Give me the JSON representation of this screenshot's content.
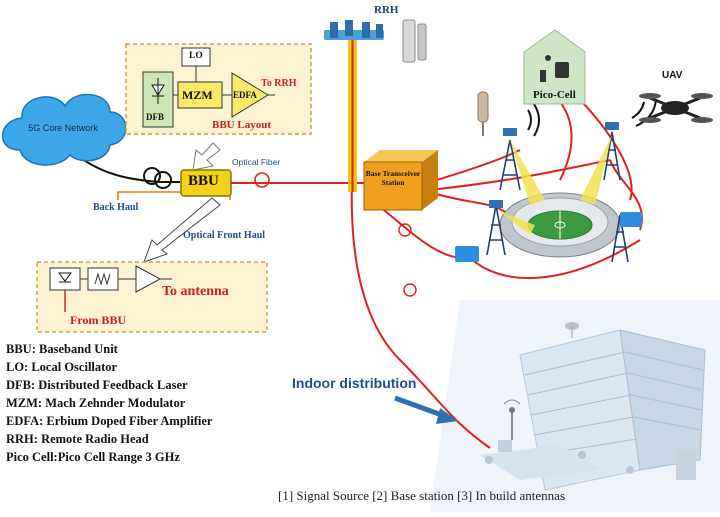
{
  "diagram": {
    "nodes": {
      "core": "5G Core Network",
      "bbu": "BBU",
      "bts": "Base Transceiver Station",
      "rrh": "RRH",
      "pico": "Pico-Cell",
      "uav": "UAV"
    },
    "edge_labels": {
      "back_haul": "Back Haul",
      "optical_fiber": "Optical Fiber",
      "optical_front_haul": "Optical Front Haul",
      "indoor": "Indoor distribution"
    },
    "bbu_layout": {
      "title": "BBU Layout",
      "lo": "LO",
      "dfb": "DFB",
      "mzm": "MZM",
      "edfa": "EDFA",
      "to_rrh": "To RRH"
    },
    "receiver": {
      "to_antenna": "To antenna",
      "from_bbu": "From BBU"
    },
    "legend": [
      "BBU: Baseband Unit",
      "LO: Local Oscillator",
      "DFB: Distributed Feedback Laser",
      "MZM: Mach Zehnder Modulator",
      "EDFA: Erbium Doped Fiber Amplifier",
      "RRH: Remote Radio Head",
      "Pico Cell:Pico Cell Range 3 GHz"
    ],
    "caption": "[1] Signal Source [2] Base station [3] In build antennas"
  },
  "colors": {
    "fiber": "#e02020",
    "bbu_fill": "#f5d21a",
    "cloud": "#3da8e8",
    "box_border": "#c9a24a",
    "box_fill": "#fdf3d2",
    "label_blue": "#1f4e8c",
    "label_red": "#c81e1e",
    "bts_fill": "#f0a01e"
  }
}
